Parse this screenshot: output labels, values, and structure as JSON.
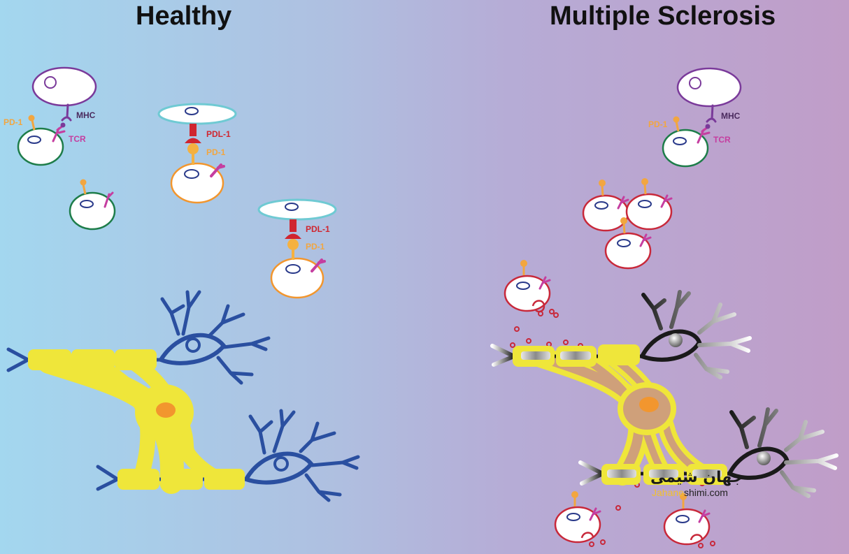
{
  "titles": {
    "healthy": "Healthy",
    "ms": "Multiple Sclerosis"
  },
  "labels": {
    "mhc": "MHC",
    "tcr": "TCR",
    "pd1": "PD-1",
    "pdl1": "PDL-1"
  },
  "watermark": {
    "logo_text": "جهان شیمی",
    "site_prefix": "Jahane",
    "site_rest": "shimi.com"
  },
  "colors": {
    "healthy_neuron": "#2a4fa0",
    "myelin": "#efe63a",
    "soma_nucleus": "#f2962e",
    "ms_axon": "#1a1a1a",
    "t_cell_healthy": "#1e7d4a",
    "t_cell_ms": "#c8283a",
    "regulatory_cell": "#f2962e",
    "apc": "#7a3a9a",
    "pdl1_cell": "#6fcad3",
    "pd1": "#f2a640",
    "pdl1": "#d0252f",
    "tcr": "#c53ea0"
  }
}
